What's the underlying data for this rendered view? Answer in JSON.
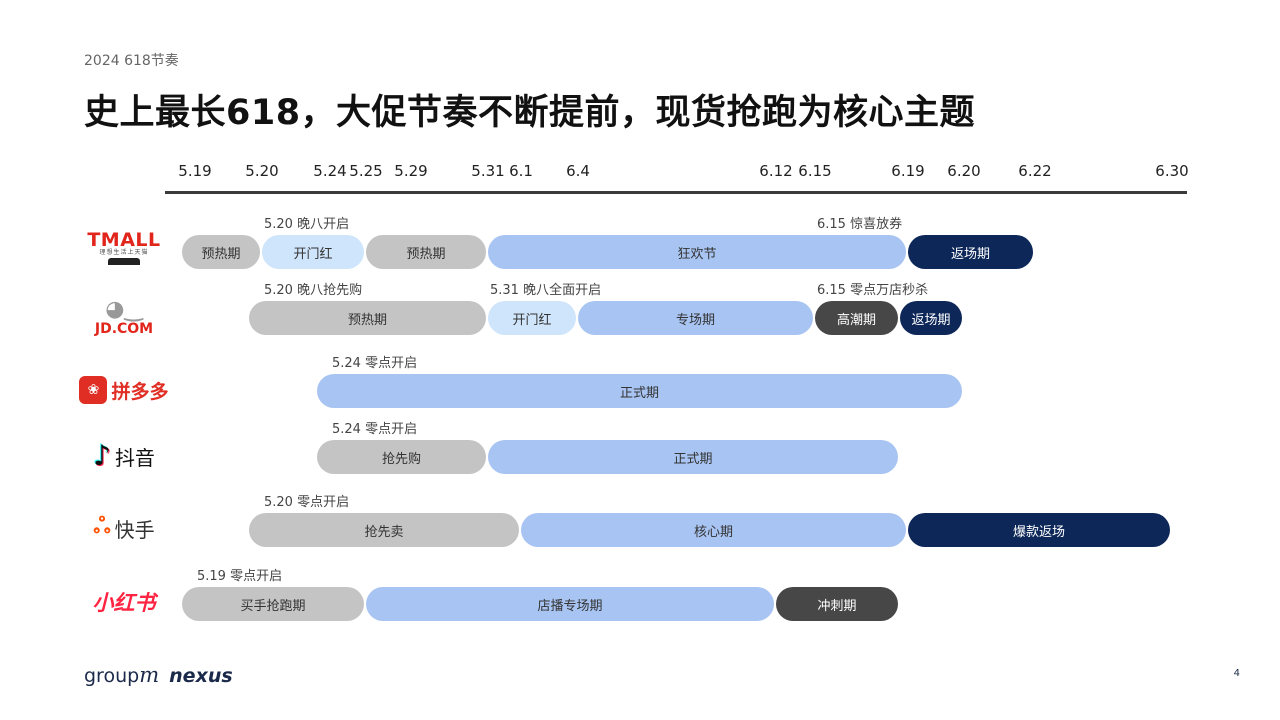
{
  "subtitle": "2024 618节奏",
  "title": "史上最长618，大促节奏不断提前，现货抢跑为核心主题",
  "colors": {
    "gray": "#c4c4c4",
    "light_blue": "#cfe5fb",
    "blue": "#a8c4f2",
    "dark": "#474747",
    "navy": "#0c2758"
  },
  "platforms": {
    "tmall": {
      "logo_text": "TMALL",
      "logo_sub": "理想生活上天猫",
      "icon": "tmall-cat-icon"
    },
    "jd": {
      "logo_text": "JD.COM",
      "icon": "jd-dog-icon"
    },
    "pdd": {
      "logo_text": "拼多多",
      "icon": "pdd-icon"
    },
    "douyin": {
      "logo_text": "抖音",
      "icon": "douyin-note-icon"
    },
    "kuaishou": {
      "logo_text": "快手",
      "icon": "kuaishou-camera-icon"
    },
    "xhs": {
      "logo_text": "小红书"
    }
  },
  "footer": {
    "brand_prefix": "group",
    "brand_m": "m",
    "brand_suffix": "nexus",
    "page_number": "4"
  },
  "chart_data": {
    "type": "gantt",
    "dates": [
      "5.19",
      "5.20",
      "5.24",
      "5.25",
      "5.29",
      "5.31",
      "6.1",
      "6.4",
      "6.12",
      "6.15",
      "6.19",
      "6.20",
      "6.22",
      "6.30"
    ],
    "rows": [
      {
        "platform": "TMALL",
        "notes": [
          {
            "text": "5.20 晚八开启",
            "at": "5.20"
          },
          {
            "text": "6.15 惊喜放券",
            "at": "6.15"
          }
        ],
        "phases": [
          {
            "label": "预热期",
            "start": "5.19",
            "end": "5.20",
            "color": "gray"
          },
          {
            "label": "开门红",
            "start": "5.20",
            "end": "5.25",
            "color": "light_blue"
          },
          {
            "label": "预热期",
            "start": "5.25",
            "end": "5.31",
            "color": "gray"
          },
          {
            "label": "狂欢节",
            "start": "5.31",
            "end": "6.19",
            "color": "blue"
          },
          {
            "label": "返场期",
            "start": "6.19",
            "end": "6.22",
            "color": "navy"
          }
        ]
      },
      {
        "platform": "JD.COM",
        "notes": [
          {
            "text": "5.20 晚八抢先购",
            "at": "5.20"
          },
          {
            "text": "5.31 晚八全面开启",
            "at": "5.31"
          },
          {
            "text": "6.15 零点万店秒杀",
            "at": "6.15"
          }
        ],
        "phases": [
          {
            "label": "预热期",
            "start": "5.20",
            "end": "5.31",
            "color": "gray"
          },
          {
            "label": "开门红",
            "start": "5.31",
            "end": "6.4",
            "color": "light_blue"
          },
          {
            "label": "专场期",
            "start": "6.4",
            "end": "6.15",
            "color": "blue"
          },
          {
            "label": "高潮期",
            "start": "6.15",
            "end": "6.18",
            "color": "dark"
          },
          {
            "label": "返场期",
            "start": "6.18",
            "end": "6.20",
            "color": "navy"
          }
        ]
      },
      {
        "platform": "拼多多",
        "notes": [
          {
            "text": "5.24 零点开启",
            "at": "5.24"
          }
        ],
        "phases": [
          {
            "label": "正式期",
            "start": "5.24",
            "end": "6.20",
            "color": "blue"
          }
        ]
      },
      {
        "platform": "抖音",
        "notes": [
          {
            "text": "5.24 零点开启",
            "at": "5.24"
          }
        ],
        "phases": [
          {
            "label": "抢先购",
            "start": "5.24",
            "end": "5.31",
            "color": "gray"
          },
          {
            "label": "正式期",
            "start": "5.31",
            "end": "6.18",
            "color": "blue"
          }
        ]
      },
      {
        "platform": "快手",
        "notes": [
          {
            "text": "5.20 零点开启",
            "at": "5.20"
          }
        ],
        "phases": [
          {
            "label": "抢先卖",
            "start": "5.20",
            "end": "6.1",
            "color": "gray"
          },
          {
            "label": "核心期",
            "start": "6.1",
            "end": "6.19",
            "color": "blue"
          },
          {
            "label": "爆款返场",
            "start": "6.19",
            "end": "6.30",
            "color": "navy"
          }
        ]
      },
      {
        "platform": "小红书",
        "notes": [
          {
            "text": "5.19 零点开启",
            "at": "5.19"
          }
        ],
        "phases": [
          {
            "label": "买手抢跑期",
            "start": "5.19",
            "end": "5.25",
            "color": "gray"
          },
          {
            "label": "店播专场期",
            "start": "5.25",
            "end": "6.12",
            "color": "blue"
          },
          {
            "label": "冲刺期",
            "start": "6.12",
            "end": "6.18",
            "color": "dark"
          }
        ]
      }
    ]
  }
}
